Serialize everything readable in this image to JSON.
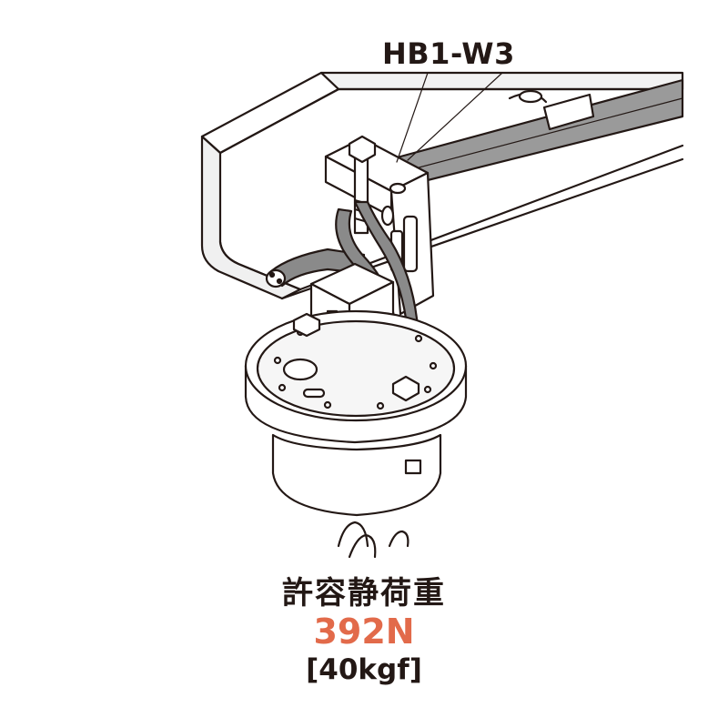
{
  "diagram": {
    "part_label": "HB1-W3",
    "load_title": "許容静荷重",
    "load_value_n": "392N",
    "load_value_kgf": "[40kgf]",
    "colors": {
      "line": "#231815",
      "accent": "#E26A4A",
      "cable_fill": "#8a8a8a",
      "shade": "#e6e6e6"
    }
  }
}
